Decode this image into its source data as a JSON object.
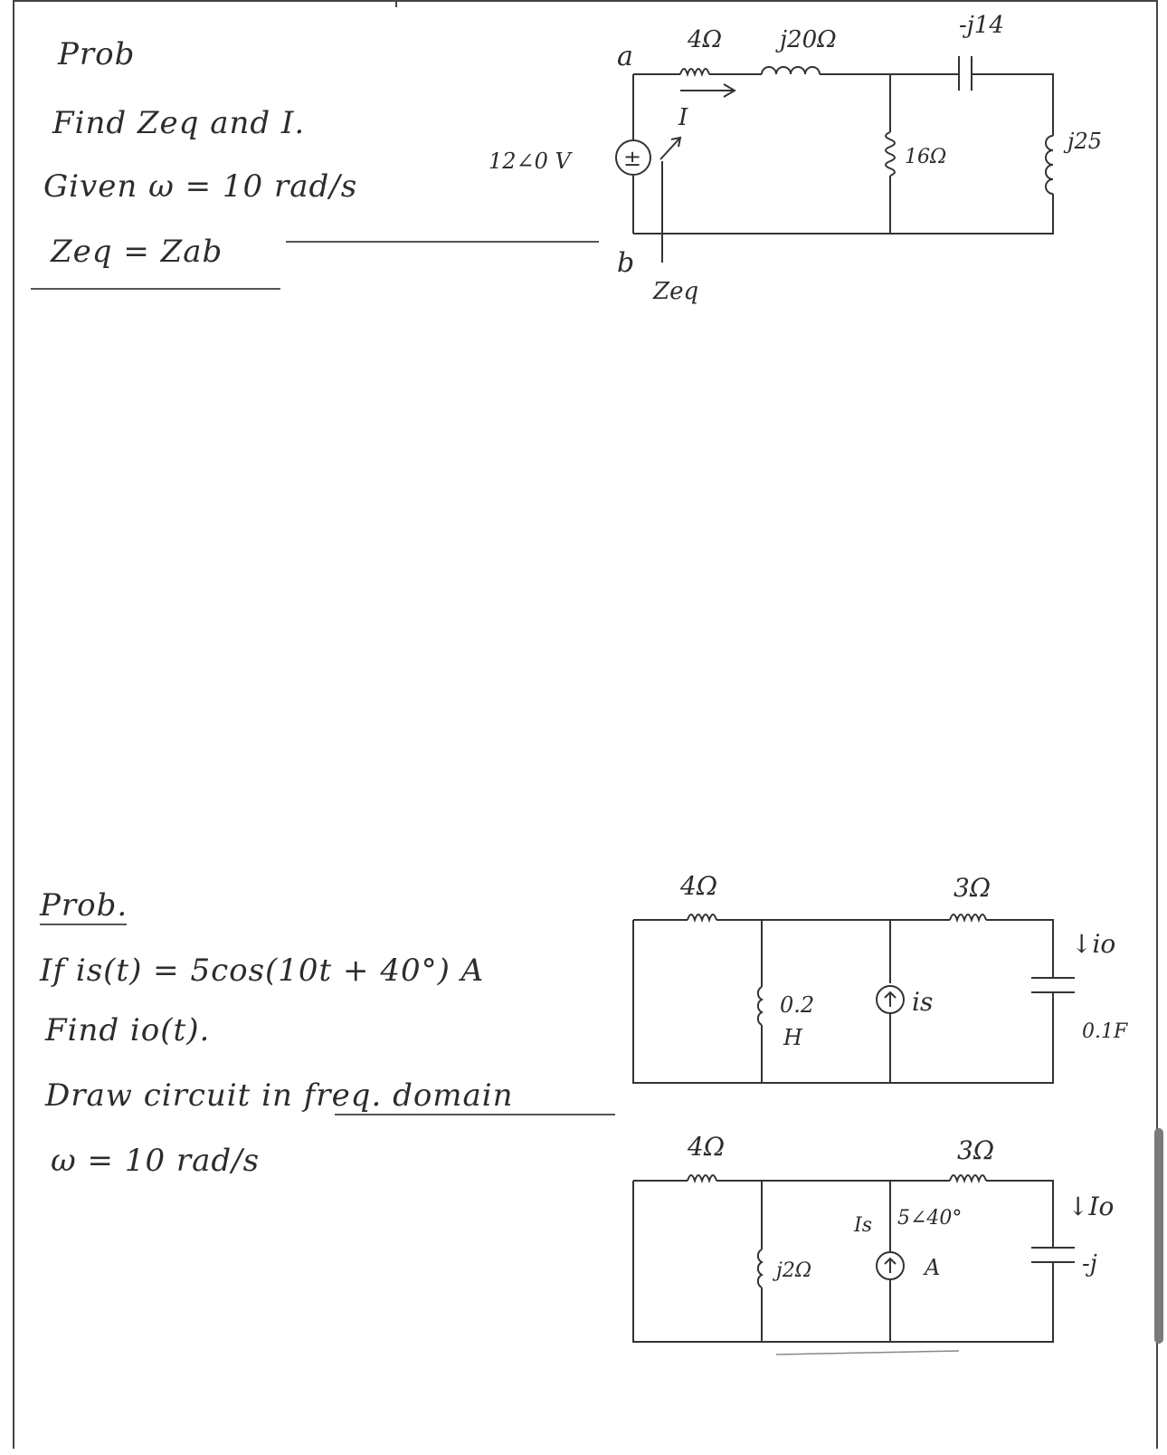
{
  "problem1": {
    "heading": "Prob",
    "line1": "Find Zeq and I.",
    "line2": "Given ω = 10 rad/s",
    "line3": "Zeq = Zab",
    "circuit": {
      "node_a": "a",
      "node_b": "b",
      "r1": "4Ω",
      "l1": "j20Ω",
      "c1": "-j14",
      "r2": "16Ω",
      "l2": "j25",
      "source": "12∠0 V",
      "source_sign": "±",
      "current": "I",
      "zeq": "Zeq"
    }
  },
  "problem2": {
    "heading": "Prob.",
    "line1": "If is(t) = 5cos(10t + 40°) A",
    "line2": "Find io(t).",
    "line3": "Draw circuit in freq. domain",
    "line4": "ω = 10 rad/s",
    "circuit_time": {
      "r1": "4Ω",
      "r2": "3Ω",
      "inductor": "0.2",
      "inductor_unit": "H",
      "source": "is",
      "cap": "0.1F",
      "output": "↓io"
    },
    "circuit_freq": {
      "r1": "4Ω",
      "r2": "3Ω",
      "inductor": "j2Ω",
      "source_name": "Is",
      "source_value": "5∠40°",
      "source_unit": "A",
      "cap": "-j",
      "output": "↓Io"
    }
  }
}
